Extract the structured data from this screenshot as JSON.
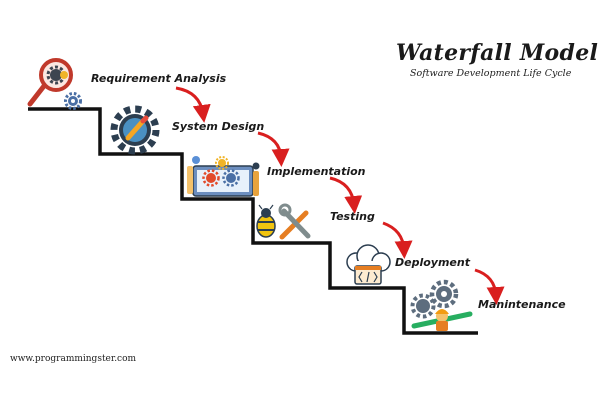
{
  "title": "Waterfall Model",
  "subtitle": "Software Development Life Cycle",
  "steps": [
    {
      "label": "Requirement Analysis",
      "icon": "magnifier-gear-icon"
    },
    {
      "label": "System Design",
      "icon": "gear-pencil-icon"
    },
    {
      "label": "Implementation",
      "icon": "developers-screen-icon"
    },
    {
      "label": "Testing",
      "icon": "bug-wrench-icon"
    },
    {
      "label": "Deployment",
      "icon": "cloud-code-icon"
    },
    {
      "label": "Manintenance",
      "icon": "gears-worker-icon"
    }
  ],
  "footer": "www.programmingster.com",
  "colors": {
    "staircase": "#111111",
    "arrow": "#d91f1f",
    "gear": "#3d4550",
    "accent": "#e24a2a"
  }
}
